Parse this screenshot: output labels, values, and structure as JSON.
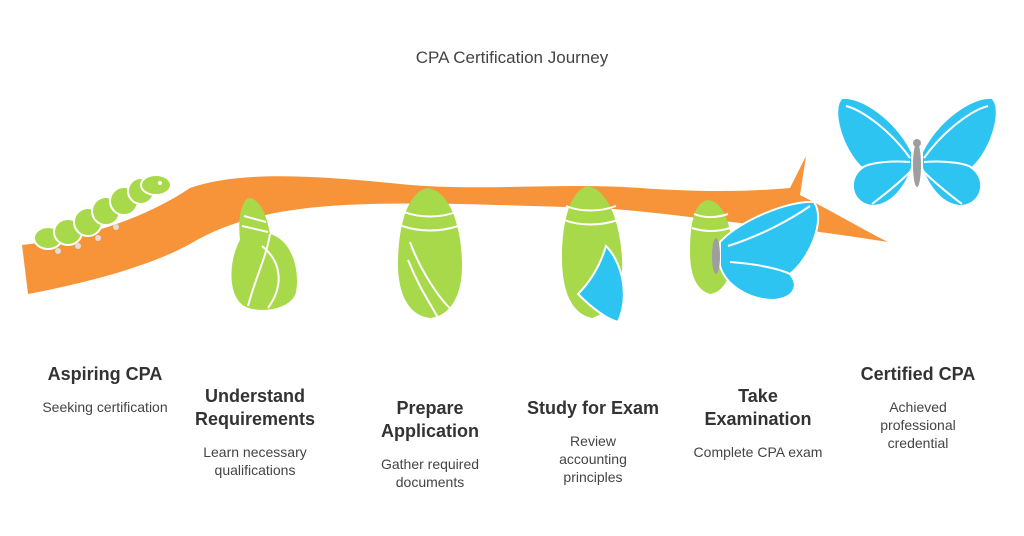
{
  "title": "CPA Certification Journey",
  "colors": {
    "branch": "#F7943A",
    "green": "#A8D94A",
    "green_line": "#ffffff",
    "blue": "#2EC4F2",
    "blue_dark": "#1B8FC6",
    "body": "#9E9E9E"
  },
  "stages": [
    {
      "label": "Aspiring CPA",
      "desc": "Seeking certification",
      "icon": "caterpillar-icon"
    },
    {
      "label": "Understand Requirements",
      "desc": "Learn necessary qualifications",
      "icon": "small-cocoon-icon"
    },
    {
      "label": "Prepare Application",
      "desc": "Gather required documents",
      "icon": "cocoon-icon"
    },
    {
      "label": "Study for Exam",
      "desc": "Review accounting principles",
      "icon": "cocoon-with-wing-icon"
    },
    {
      "label": "Take Examination",
      "desc": "Complete CPA exam",
      "icon": "emerging-butterfly-icon"
    },
    {
      "label": "Certified CPA",
      "desc": "Achieved professional credential",
      "icon": "butterfly-icon"
    }
  ]
}
